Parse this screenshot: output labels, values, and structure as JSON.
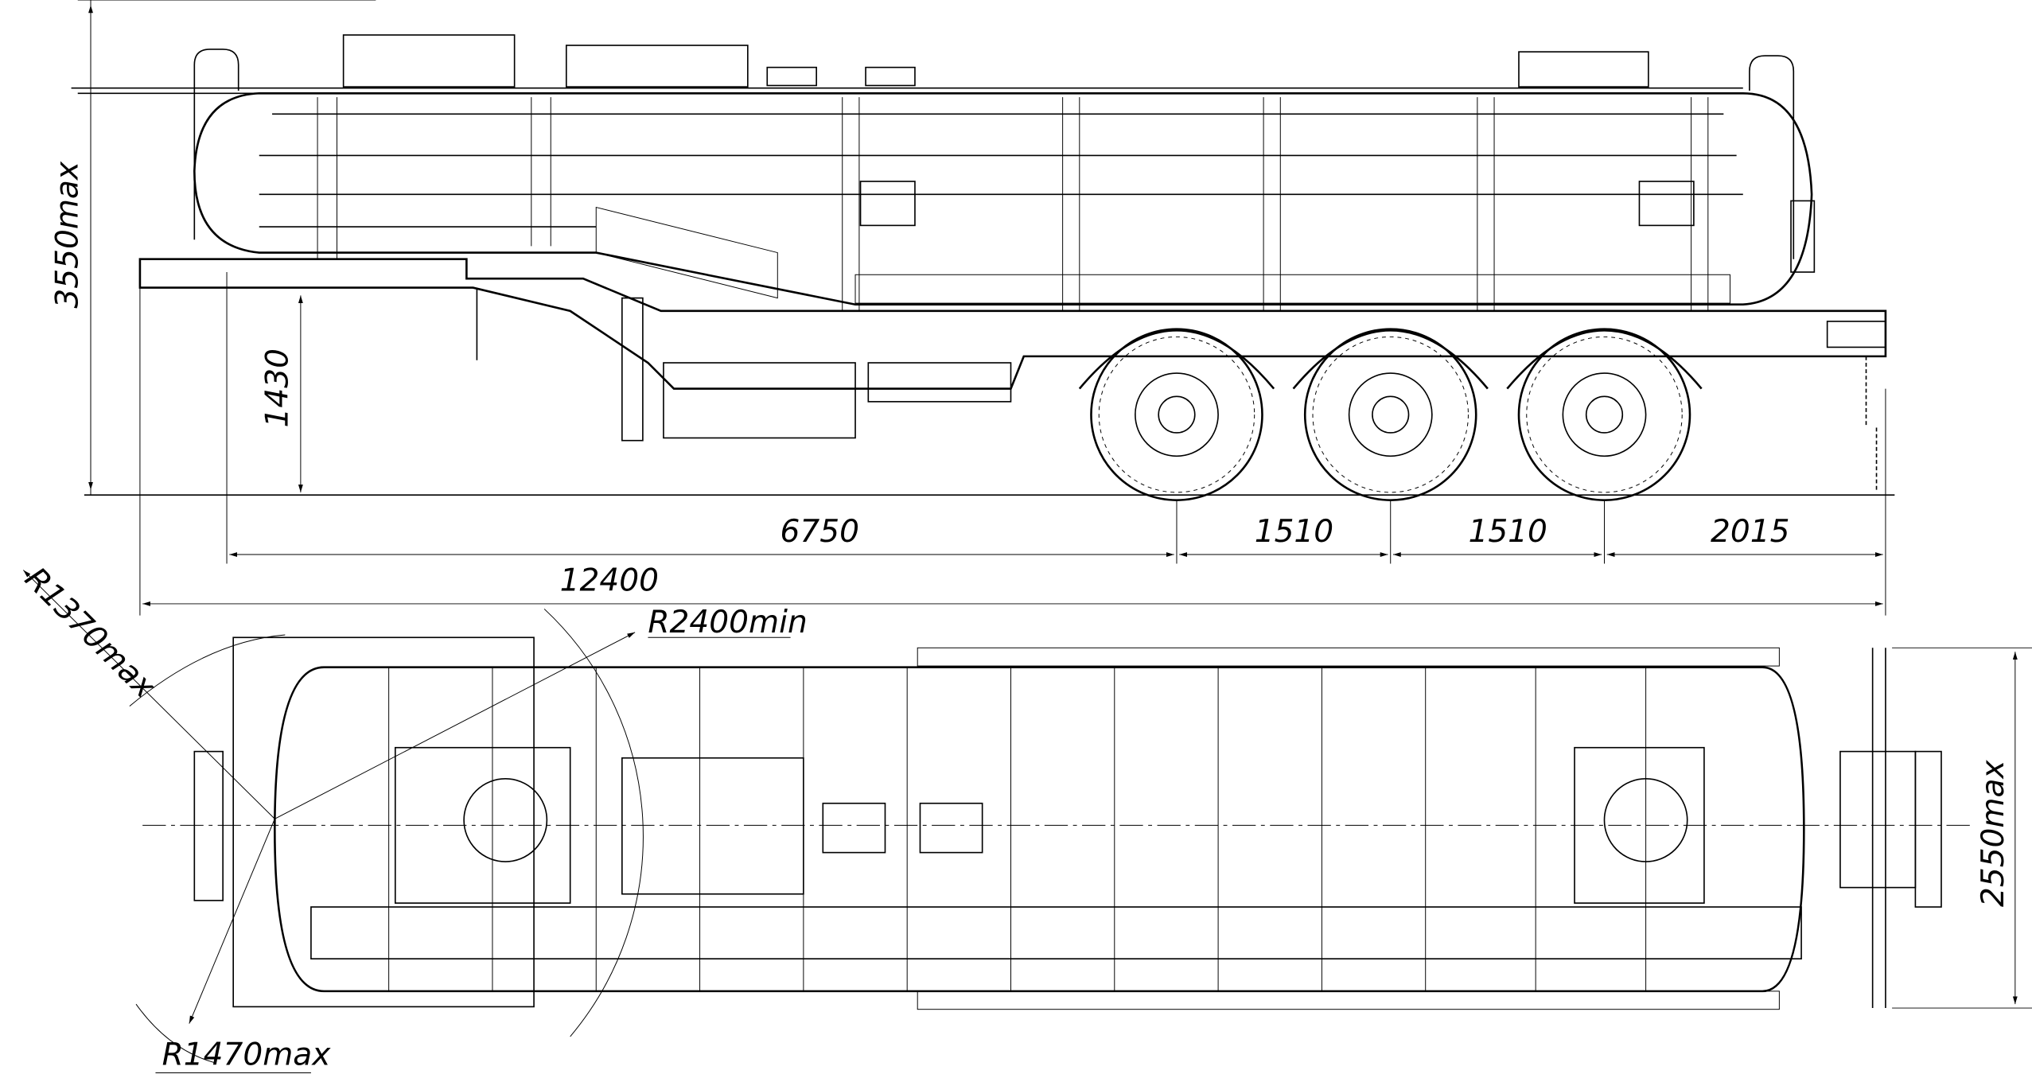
{
  "title": "Tank semi-trailer dimension drawing",
  "side_view": {
    "height_label": "3550max",
    "coupling_height_label": "1430",
    "kingpin_to_axle1_label": "6750",
    "axle_spacing_1_label": "1510",
    "axle_spacing_2_label": "1510",
    "rear_overhang_label": "2015",
    "overall_length_label": "12400"
  },
  "top_view": {
    "front_radius_label": "R1370max",
    "turning_radius_label": "R2400min",
    "rear_swing_radius_label": "R1470max",
    "width_label": "2550max"
  }
}
